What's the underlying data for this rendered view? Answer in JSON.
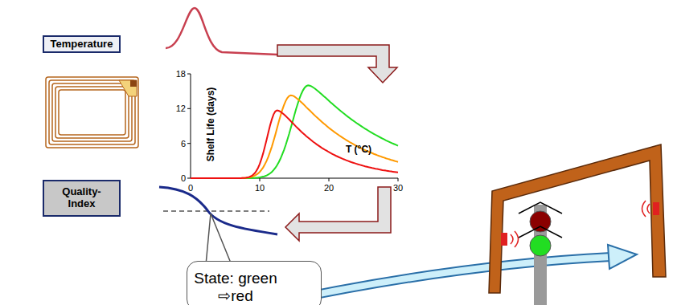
{
  "diagram": {
    "nodes": [
      {
        "text": [
          "Temperature"
        ]
      },
      {
        "text": [
          "Quality-Index"
        ]
      },
      {
        "text": [
          "State: green ⇨red"
        ]
      }
    ],
    "labels": [
      "18",
      "12",
      "6",
      "0",
      "Shelf Life (days)",
      "T (°C)",
      "0",
      "10",
      "20",
      "30"
    ]
  }
}
